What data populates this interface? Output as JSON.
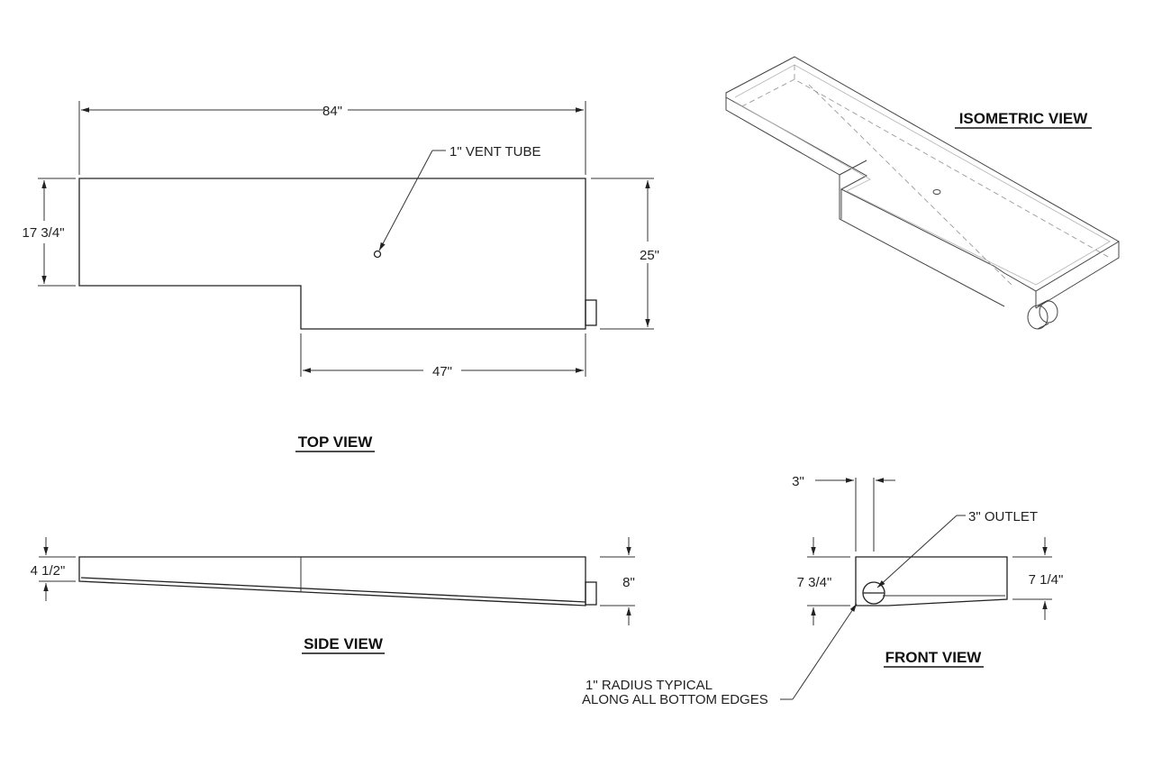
{
  "titles": {
    "top": "TOP VIEW",
    "side": "SIDE VIEW",
    "front": "FRONT VIEW",
    "isometric": "ISOMETRIC VIEW"
  },
  "top_view": {
    "overall_length": "84\"",
    "short_width": "17 3/4\"",
    "full_width": "25\"",
    "step_length": "47\"",
    "vent_note": "1\" VENT TUBE"
  },
  "side_view": {
    "shallow_depth": "4 1/2\"",
    "deep_depth": "8\""
  },
  "front_view": {
    "outlet_offset": "3\"",
    "outlet_note": "3\" OUTLET",
    "left_depth": "7 3/4\"",
    "right_depth": "7 1/4\"",
    "radius_note_line1": "1\" RADIUS TYPICAL",
    "radius_note_line2": "ALONG ALL BOTTOM EDGES"
  }
}
